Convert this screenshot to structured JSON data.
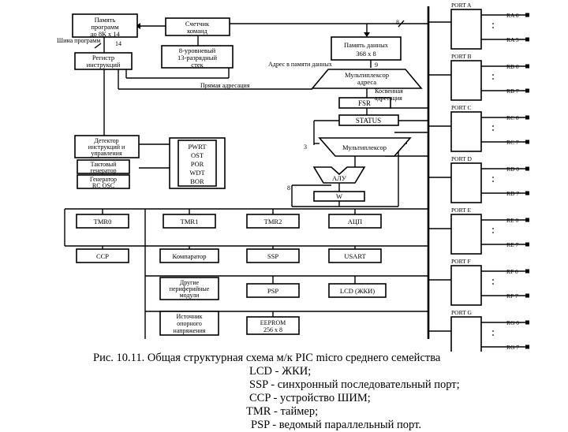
{
  "blocks": {
    "prog_mem": [
      "Память",
      "программ",
      "до 8К х 14"
    ],
    "counter": [
      "Счетчик",
      "команд"
    ],
    "stack": [
      "8-уровневый",
      "13-разрядный",
      "стек"
    ],
    "instr_reg": [
      "Регистр",
      "инструкций"
    ],
    "data_mem": [
      "Память данных",
      "368 х 8"
    ],
    "addr_mux": [
      "Мультиплексор",
      "адреса"
    ],
    "fsr": "FSR",
    "indirect": [
      "Косвенная",
      "адресация"
    ],
    "status": "STATUS",
    "mux": "Мультиплексор",
    "alu": "АЛУ",
    "w": "W",
    "decoder": [
      "Детектор",
      "инструкций и",
      "управления"
    ],
    "clock_gen": [
      "Тактовый",
      "генератор"
    ],
    "rc_osc": [
      "Генератор",
      "RC OSC"
    ],
    "reset_group": [
      "PWRT",
      "OST",
      "POR",
      "WDT",
      "BOR"
    ],
    "tmr0": "TMR0",
    "tmr1": "TMR1",
    "tmr2": "TMR2",
    "adc": "АЦП",
    "ccp": "CCP",
    "comparator": "Компаратор",
    "ssp": "SSP",
    "usart": "USART",
    "other": [
      "Другие",
      "периферийные",
      "модули"
    ],
    "psp": "PSP",
    "lcd": "LCD (ЖКИ)",
    "vref": [
      "Источник",
      "опорного",
      "напряжения"
    ],
    "eeprom": [
      "EEPROM",
      "256 х 8"
    ]
  },
  "labels": {
    "bus_prog": "Шина программ",
    "bus14": "14",
    "bus8": "8",
    "bus9": "9",
    "direct_addr": "Адрес в памяти данных",
    "direct": "Прямая адресация",
    "mux3": "3",
    "mux8": "8"
  },
  "ports": [
    {
      "name": "PORT A",
      "first": "RA 0",
      "last": "RA 5"
    },
    {
      "name": "PORT B",
      "first": "RB 0",
      "last": "RB 7"
    },
    {
      "name": "PORT C",
      "first": "RC 0",
      "last": "RC 7"
    },
    {
      "name": "PORT D",
      "first": "RD 0",
      "last": "RD 7"
    },
    {
      "name": "PORT E",
      "first": "RE 0",
      "last": "RE 7"
    },
    {
      "name": "PORT F",
      "first": "RF 0",
      "last": "RF 7"
    },
    {
      "name": "PORT G",
      "first": "RG 0",
      "last": "RG 7"
    }
  ],
  "caption": {
    "title": "Рис. 10.11. Общая структурная схема м/к PIC micro среднего семейства",
    "legend": [
      "LCD - ЖКИ;",
      "SSP - синхронный последовательный порт;",
      "CCP - устройство ШИМ;",
      "TMR - таймер;",
      "PSP - ведомый параллельный порт."
    ]
  }
}
